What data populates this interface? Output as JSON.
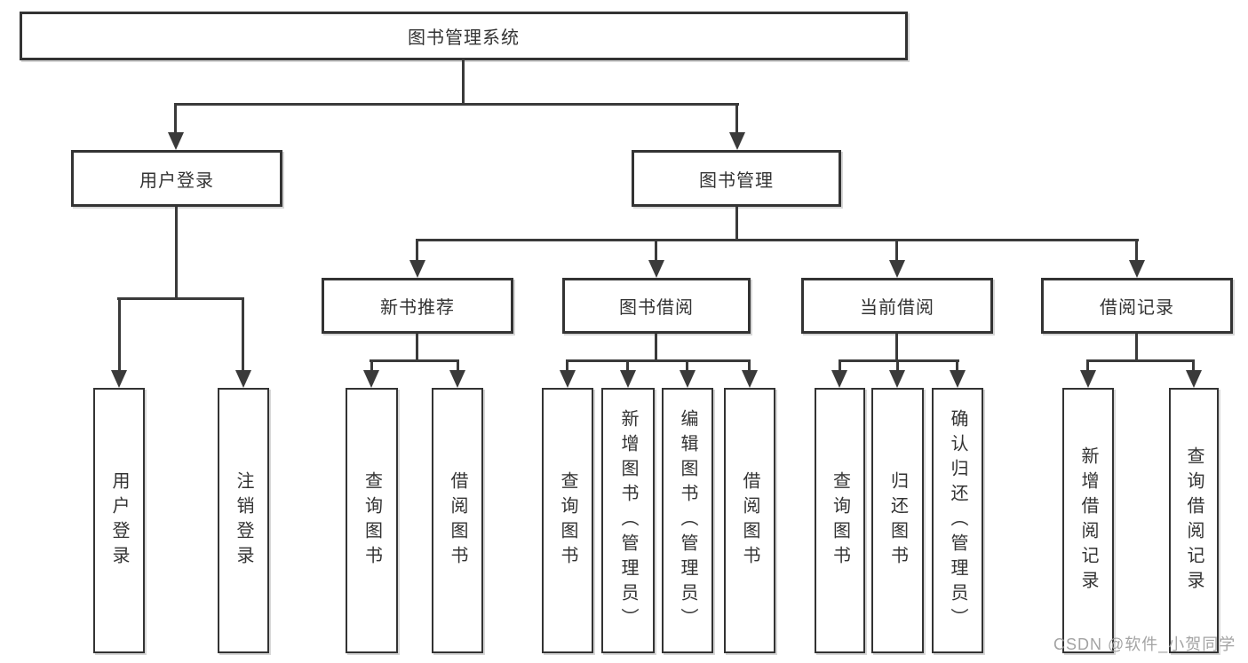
{
  "tree": {
    "label": "图书管理系统",
    "children": [
      {
        "label": "用户登录",
        "children": [
          {
            "label": "用户登录"
          },
          {
            "label": "注销登录"
          }
        ]
      },
      {
        "label": "图书管理",
        "children": [
          {
            "label": "新书推荐",
            "children": [
              {
                "label": "查询图书"
              },
              {
                "label": "借阅图书"
              }
            ]
          },
          {
            "label": "图书借阅",
            "children": [
              {
                "label": "查询图书"
              },
              {
                "label": "新增图书（管理员）"
              },
              {
                "label": "编辑图书（管理员）"
              },
              {
                "label": "借阅图书"
              }
            ]
          },
          {
            "label": "当前借阅",
            "children": [
              {
                "label": "查询图书"
              },
              {
                "label": "归还图书"
              },
              {
                "label": "确认归还（管理员）"
              }
            ]
          },
          {
            "label": "借阅记录",
            "children": [
              {
                "label": "新增借阅记录"
              },
              {
                "label": "查询借阅记录"
              }
            ]
          }
        ]
      }
    ]
  },
  "watermark": {
    "text": "CSDN @软件_小贺同学"
  },
  "colors": {
    "line": "#3a3a3a",
    "box_border": "#333333",
    "text": "#333333",
    "background": "#ffffff",
    "watermark": "#9c9c9c"
  }
}
